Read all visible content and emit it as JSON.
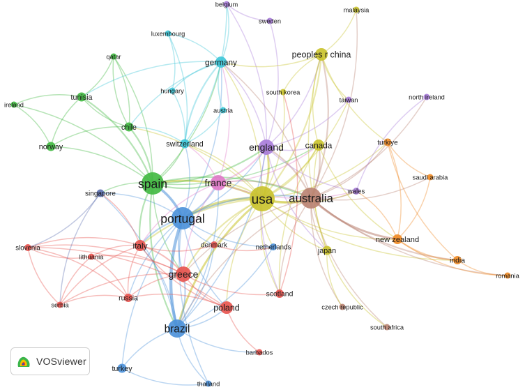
{
  "brand": {
    "name": "VOSviewer"
  },
  "clusters": {
    "red": "#e8524d",
    "green": "#3fb83f",
    "blue": "#4a90d9",
    "yellow": "#c9c22b",
    "purple": "#a77bd9",
    "cyan": "#3cc6d8",
    "orange": "#f08a24",
    "brown": "#b98271",
    "pink": "#e078c8",
    "navy": "#5b6fb0"
  },
  "nodes": [
    {
      "id": "usa",
      "label": "usa",
      "cluster": "yellow",
      "weight": 34
    },
    {
      "id": "australia",
      "label": "australia",
      "cluster": "brown",
      "weight": 26
    },
    {
      "id": "portugal",
      "label": "portugal",
      "cluster": "blue",
      "weight": 28
    },
    {
      "id": "spain",
      "label": "spain",
      "cluster": "green",
      "weight": 28
    },
    {
      "id": "brazil",
      "label": "brazil",
      "cluster": "blue",
      "weight": 22
    },
    {
      "id": "france",
      "label": "france",
      "cluster": "pink",
      "weight": 18
    },
    {
      "id": "england",
      "label": "england",
      "cluster": "purple",
      "weight": 18
    },
    {
      "id": "greece",
      "label": "greece",
      "cluster": "red",
      "weight": 18
    },
    {
      "id": "poland",
      "label": "poland",
      "cluster": "red",
      "weight": 14
    },
    {
      "id": "italy",
      "label": "italy",
      "cluster": "red",
      "weight": 12
    },
    {
      "id": "germany",
      "label": "germany",
      "cluster": "cyan",
      "weight": 12
    },
    {
      "id": "peoples_r_china",
      "label": "peoples r china",
      "cluster": "yellow",
      "weight": 14
    },
    {
      "id": "canada",
      "label": "canada",
      "cluster": "yellow",
      "weight": 12
    },
    {
      "id": "new_zealand",
      "label": "new zealand",
      "cluster": "orange",
      "weight": 10
    },
    {
      "id": "chile",
      "label": "chile",
      "cluster": "green",
      "weight": 9
    },
    {
      "id": "tunisia",
      "label": "tunisia",
      "cluster": "green",
      "weight": 9
    },
    {
      "id": "switzerland",
      "label": "switzerland",
      "cluster": "cyan",
      "weight": 9
    },
    {
      "id": "norway",
      "label": "norway",
      "cluster": "green",
      "weight": 9
    },
    {
      "id": "japan",
      "label": "japan",
      "cluster": "yellow",
      "weight": 9
    },
    {
      "id": "russia",
      "label": "russia",
      "cluster": "red",
      "weight": 8
    },
    {
      "id": "scotland",
      "label": "scotland",
      "cluster": "red",
      "weight": 8
    },
    {
      "id": "turkey",
      "label": "turkey",
      "cluster": "blue",
      "weight": 9
    },
    {
      "id": "india",
      "label": "india",
      "cluster": "orange",
      "weight": 8
    },
    {
      "id": "singapore",
      "label": "singapore",
      "cluster": "navy",
      "weight": 7
    },
    {
      "id": "slovenia",
      "label": "slovenia",
      "cluster": "red",
      "weight": 6
    },
    {
      "id": "turkiye",
      "label": "turkiye",
      "cluster": "orange",
      "weight": 7
    },
    {
      "id": "wales",
      "label": "wales",
      "cluster": "purple",
      "weight": 6
    },
    {
      "id": "denmark",
      "label": "denmark",
      "cluster": "red",
      "weight": 6
    },
    {
      "id": "netherlands",
      "label": "netherlands",
      "cluster": "blue",
      "weight": 6
    },
    {
      "id": "ireland",
      "label": "ireland",
      "cluster": "green",
      "weight": 5
    },
    {
      "id": "qatar",
      "label": "qatar",
      "cluster": "green",
      "weight": 5
    },
    {
      "id": "luxembourg",
      "label": "luxembourg",
      "cluster": "cyan",
      "weight": 5
    },
    {
      "id": "hungary",
      "label": "hungary",
      "cluster": "cyan",
      "weight": 5
    },
    {
      "id": "austria",
      "label": "austria",
      "cluster": "cyan",
      "weight": 5
    },
    {
      "id": "belgium",
      "label": "belgium",
      "cluster": "purple",
      "weight": 5
    },
    {
      "id": "sweden",
      "label": "sweden",
      "cluster": "purple",
      "weight": 5
    },
    {
      "id": "south_korea",
      "label": "south korea",
      "cluster": "yellow",
      "weight": 5
    },
    {
      "id": "taiwan",
      "label": "taiwan",
      "cluster": "purple",
      "weight": 5
    },
    {
      "id": "malaysia",
      "label": "malaysia",
      "cluster": "yellow",
      "weight": 5
    },
    {
      "id": "north_ireland",
      "label": "north ireland",
      "cluster": "purple",
      "weight": 5
    },
    {
      "id": "saudi_arabia",
      "label": "saudi arabia",
      "cluster": "orange",
      "weight": 5
    },
    {
      "id": "romania",
      "label": "romania",
      "cluster": "orange",
      "weight": 5
    },
    {
      "id": "lithuania",
      "label": "lithuania",
      "cluster": "red",
      "weight": 5
    },
    {
      "id": "serbia",
      "label": "serbia",
      "cluster": "red",
      "weight": 5
    },
    {
      "id": "czech_republic",
      "label": "czech republic",
      "cluster": "brown",
      "weight": 5
    },
    {
      "id": "south_africa",
      "label": "south africa",
      "cluster": "brown",
      "weight": 5
    },
    {
      "id": "barbados",
      "label": "barbados",
      "cluster": "red",
      "weight": 5
    },
    {
      "id": "thailand",
      "label": "thailand",
      "cluster": "blue",
      "weight": 5
    }
  ],
  "links": [
    [
      "usa",
      "australia",
      4
    ],
    [
      "usa",
      "portugal",
      4
    ],
    [
      "usa",
      "spain",
      3
    ],
    [
      "usa",
      "brazil",
      3
    ],
    [
      "usa",
      "england",
      3
    ],
    [
      "usa",
      "france",
      2
    ],
    [
      "usa",
      "canada",
      2
    ],
    [
      "usa",
      "greece",
      2
    ],
    [
      "usa",
      "peoples_r_china",
      2
    ],
    [
      "usa",
      "italy",
      2
    ],
    [
      "usa",
      "germany",
      1
    ],
    [
      "usa",
      "japan",
      1
    ],
    [
      "usa",
      "poland",
      1
    ],
    [
      "usa",
      "switzerland",
      1
    ],
    [
      "usa",
      "new_zealand",
      1
    ],
    [
      "usa",
      "chile",
      1
    ],
    [
      "usa",
      "netherlands",
      1
    ],
    [
      "usa",
      "wales",
      1
    ],
    [
      "usa",
      "scotland",
      1
    ],
    [
      "usa",
      "south_korea",
      1
    ],
    [
      "usa",
      "turkiye",
      1
    ],
    [
      "usa",
      "india",
      1
    ],
    [
      "usa",
      "denmark",
      1
    ],
    [
      "usa",
      "taiwan",
      1
    ],
    [
      "australia",
      "new_zealand",
      3
    ],
    [
      "australia",
      "england",
      2
    ],
    [
      "australia",
      "portugal",
      2
    ],
    [
      "australia",
      "spain",
      2
    ],
    [
      "australia",
      "india",
      2
    ],
    [
      "australia",
      "canada",
      2
    ],
    [
      "australia",
      "peoples_r_china",
      2
    ],
    [
      "australia",
      "france",
      1
    ],
    [
      "australia",
      "brazil",
      1
    ],
    [
      "australia",
      "wales",
      1
    ],
    [
      "australia",
      "turkiye",
      1
    ],
    [
      "australia",
      "saudi_arabia",
      1
    ],
    [
      "australia",
      "romania",
      1
    ],
    [
      "australia",
      "scotland",
      1
    ],
    [
      "australia",
      "japan",
      1
    ],
    [
      "australia",
      "czech_republic",
      1
    ],
    [
      "australia",
      "south_africa",
      1
    ],
    [
      "australia",
      "greece",
      1
    ],
    [
      "australia",
      "malaysia",
      1
    ],
    [
      "australia",
      "north_ireland",
      1
    ],
    [
      "australia",
      "germany",
      1
    ],
    [
      "portugal",
      "brazil",
      5
    ],
    [
      "portugal",
      "spain",
      4
    ],
    [
      "portugal",
      "greece",
      2
    ],
    [
      "portugal",
      "italy",
      2
    ],
    [
      "portugal",
      "france",
      2
    ],
    [
      "portugal",
      "poland",
      1
    ],
    [
      "portugal",
      "england",
      1
    ],
    [
      "portugal",
      "singapore",
      1
    ],
    [
      "portugal",
      "turkey",
      1
    ],
    [
      "portugal",
      "germany",
      1
    ],
    [
      "portugal",
      "switzerland",
      1
    ],
    [
      "portugal",
      "denmark",
      1
    ],
    [
      "portugal",
      "thailand",
      1
    ],
    [
      "portugal",
      "netherlands",
      1
    ],
    [
      "portugal",
      "russia",
      1
    ],
    [
      "spain",
      "chile",
      2
    ],
    [
      "spain",
      "tunisia",
      2
    ],
    [
      "spain",
      "norway",
      1
    ],
    [
      "spain",
      "italy",
      2
    ],
    [
      "spain",
      "france",
      2
    ],
    [
      "spain",
      "england",
      2
    ],
    [
      "spain",
      "brazil",
      2
    ],
    [
      "spain",
      "qatar",
      1
    ],
    [
      "spain",
      "germany",
      1
    ],
    [
      "spain",
      "switzerland",
      1
    ],
    [
      "spain",
      "greece",
      1
    ],
    [
      "spain",
      "singapore",
      1
    ],
    [
      "spain",
      "ireland",
      1
    ],
    [
      "spain",
      "canada",
      1
    ],
    [
      "brazil",
      "greece",
      2
    ],
    [
      "brazil",
      "poland",
      1
    ],
    [
      "brazil",
      "italy",
      1
    ],
    [
      "brazil",
      "turkey",
      1
    ],
    [
      "brazil",
      "thailand",
      1
    ],
    [
      "brazil",
      "france",
      1
    ],
    [
      "brazil",
      "england",
      1
    ],
    [
      "brazil",
      "netherlands",
      1
    ],
    [
      "brazil",
      "denmark",
      1
    ],
    [
      "brazil",
      "barbados",
      1
    ],
    [
      "brazil",
      "singapore",
      1
    ],
    [
      "france",
      "england",
      2
    ],
    [
      "france",
      "greece",
      1
    ],
    [
      "france",
      "italy",
      1
    ],
    [
      "france",
      "canada",
      1
    ],
    [
      "france",
      "switzerland",
      1
    ],
    [
      "france",
      "germany",
      1
    ],
    [
      "france",
      "wales",
      1
    ],
    [
      "england",
      "germany",
      1
    ],
    [
      "england",
      "canada",
      1
    ],
    [
      "england",
      "belgium",
      1
    ],
    [
      "england",
      "sweden",
      1
    ],
    [
      "england",
      "wales",
      1
    ],
    [
      "england",
      "scotland",
      1
    ],
    [
      "england",
      "peoples_r_china",
      1
    ],
    [
      "england",
      "taiwan",
      1
    ],
    [
      "england",
      "japan",
      1
    ],
    [
      "greece",
      "italy",
      2
    ],
    [
      "greece",
      "poland",
      1
    ],
    [
      "greece",
      "russia",
      1
    ],
    [
      "greece",
      "scotland",
      1
    ],
    [
      "greece",
      "slovenia",
      1
    ],
    [
      "greece",
      "lithuania",
      1
    ],
    [
      "greece",
      "serbia",
      1
    ],
    [
      "italy",
      "slovenia",
      1
    ],
    [
      "italy",
      "lithuania",
      1
    ],
    [
      "italy",
      "russia",
      1
    ],
    [
      "italy",
      "serbia",
      1
    ],
    [
      "italy",
      "singapore",
      1
    ],
    [
      "italy",
      "poland",
      1
    ],
    [
      "italy",
      "denmark",
      1
    ],
    [
      "poland",
      "barbados",
      1
    ],
    [
      "poland",
      "slovenia",
      1
    ],
    [
      "poland",
      "russia",
      1
    ],
    [
      "russia",
      "slovenia",
      1
    ],
    [
      "russia",
      "serbia",
      1
    ],
    [
      "russia",
      "lithuania",
      1
    ],
    [
      "slovenia",
      "lithuania",
      1
    ],
    [
      "slovenia",
      "serbia",
      1
    ],
    [
      "slovenia",
      "singapore",
      1
    ],
    [
      "lithuania",
      "serbia",
      1
    ],
    [
      "singapore",
      "serbia",
      1
    ],
    [
      "germany",
      "luxembourg",
      1
    ],
    [
      "germany",
      "switzerland",
      2
    ],
    [
      "germany",
      "austria",
      1
    ],
    [
      "germany",
      "hungary",
      1
    ],
    [
      "germany",
      "peoples_r_china",
      1
    ],
    [
      "germany",
      "belgium",
      1
    ],
    [
      "germany",
      "chile",
      1
    ],
    [
      "germany",
      "tunisia",
      1
    ],
    [
      "switzerland",
      "luxembourg",
      1
    ],
    [
      "switzerland",
      "hungary",
      1
    ],
    [
      "switzerland",
      "austria",
      1
    ],
    [
      "switzerland",
      "chile",
      1
    ],
    [
      "switzerland",
      "belgium",
      1
    ],
    [
      "tunisia",
      "ireland",
      1
    ],
    [
      "tunisia",
      "norway",
      1
    ],
    [
      "tunisia",
      "chile",
      1
    ],
    [
      "tunisia",
      "qatar",
      1
    ],
    [
      "chile",
      "norway",
      1
    ],
    [
      "chile",
      "qatar",
      1
    ],
    [
      "norway",
      "ireland",
      1
    ],
    [
      "qatar",
      "chile",
      1
    ],
    [
      "peoples_r_china",
      "canada",
      1
    ],
    [
      "peoples_r_china",
      "malaysia",
      1
    ],
    [
      "peoples_r_china",
      "south_korea",
      1
    ],
    [
      "peoples_r_china",
      "taiwan",
      1
    ],
    [
      "peoples_r_china",
      "turkiye",
      1
    ],
    [
      "peoples_r_china",
      "japan",
      1
    ],
    [
      "canada",
      "japan",
      1
    ],
    [
      "canada",
      "new_zealand",
      1
    ],
    [
      "canada",
      "scotland",
      1
    ],
    [
      "new_zealand",
      "india",
      2
    ],
    [
      "new_zealand",
      "turkiye",
      1
    ],
    [
      "new_zealand",
      "saudi_arabia",
      1
    ],
    [
      "new_zealand",
      "romania",
      1
    ],
    [
      "new_zealand",
      "wales",
      1
    ],
    [
      "turkiye",
      "saudi_arabia",
      1
    ],
    [
      "turkiye",
      "india",
      1
    ],
    [
      "north_ireland",
      "wales",
      1
    ],
    [
      "japan",
      "czech_republic",
      1
    ],
    [
      "japan",
      "south_africa",
      1
    ],
    [
      "scotland",
      "south_korea",
      1
    ],
    [
      "denmark",
      "netherlands",
      1
    ],
    [
      "belgium",
      "sweden",
      1
    ],
    [
      "hungary",
      "luxembourg",
      1
    ],
    [
      "india",
      "romania",
      1
    ],
    [
      "turkey",
      "thailand",
      1
    ]
  ]
}
